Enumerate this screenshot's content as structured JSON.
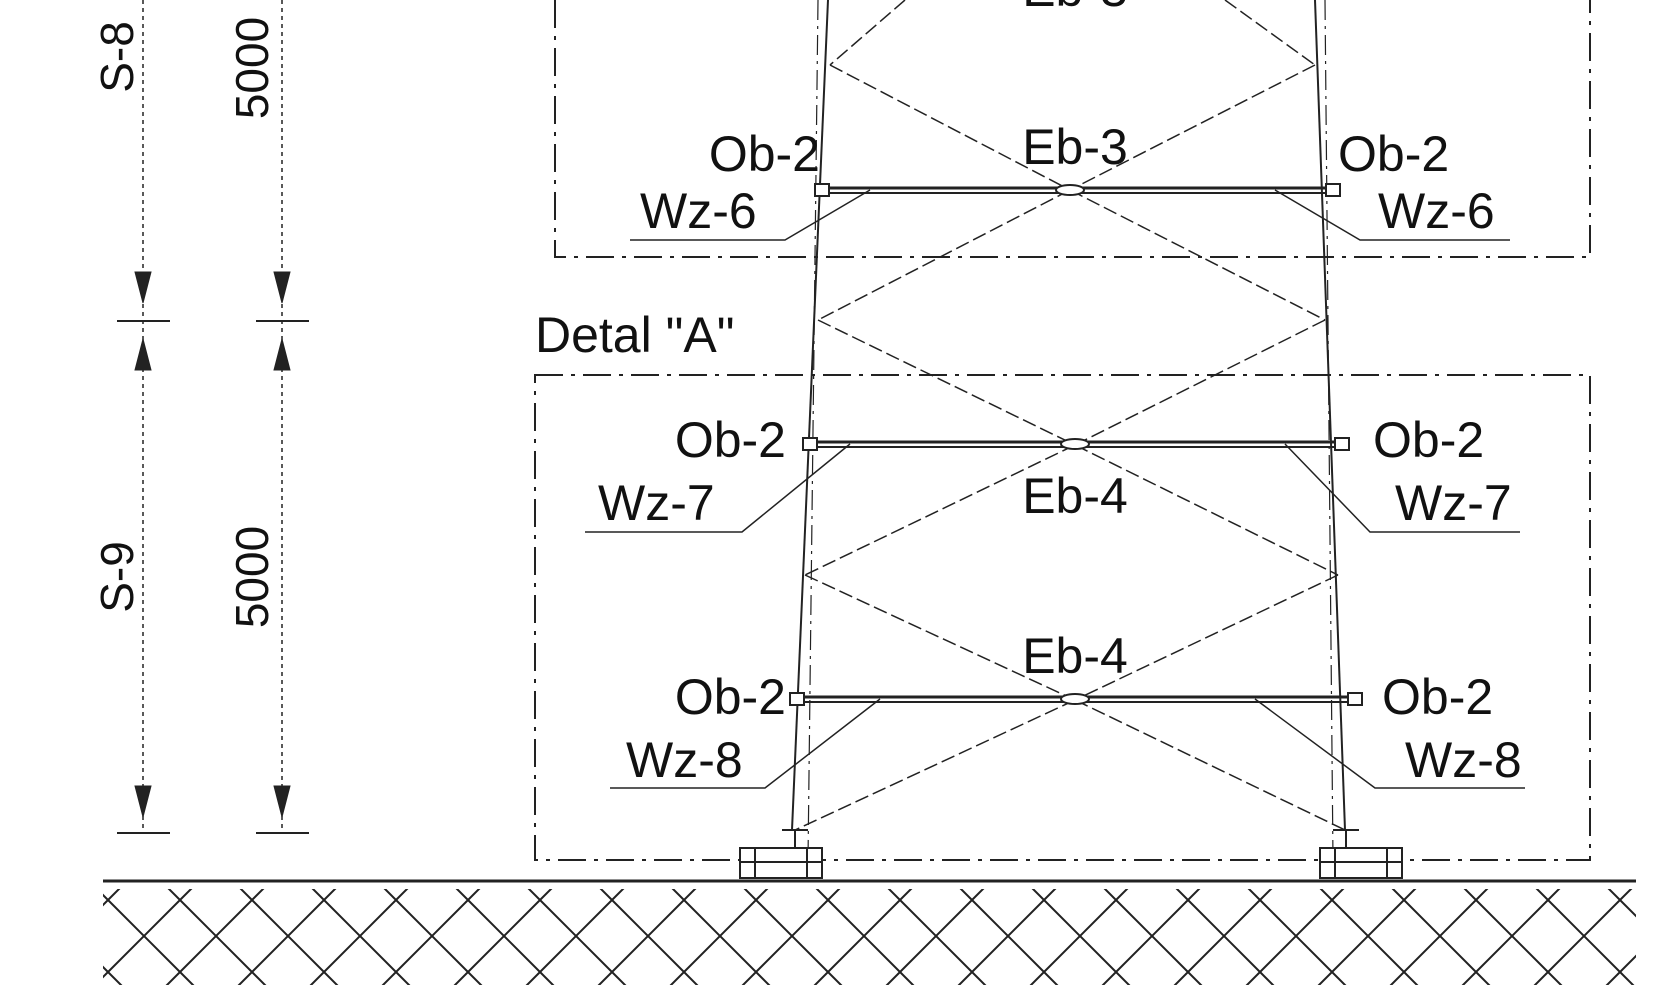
{
  "dimensions": {
    "top_segment_label": "S-8",
    "top_segment_value": "5000",
    "bottom_segment_label": "S-9",
    "bottom_segment_value": "5000"
  },
  "detail": {
    "title": "Detal \"A\""
  },
  "levels": [
    {
      "center": "Eb-3",
      "left_node": "Ob-2",
      "right_node": "Ob-2",
      "left_brace": "Wz-6",
      "right_brace": "Wz-6"
    },
    {
      "center": "Eb-4",
      "left_node": "Ob-2",
      "right_node": "Ob-2",
      "left_brace": "Wz-7",
      "right_brace": "Wz-7"
    },
    {
      "center": "Eb-4",
      "left_node": "Ob-2",
      "right_node": "Ob-2",
      "left_brace": "Wz-8",
      "right_brace": "Wz-8"
    }
  ],
  "colors": {
    "line": "#222222",
    "text": "#111111",
    "background": "#ffffff"
  }
}
